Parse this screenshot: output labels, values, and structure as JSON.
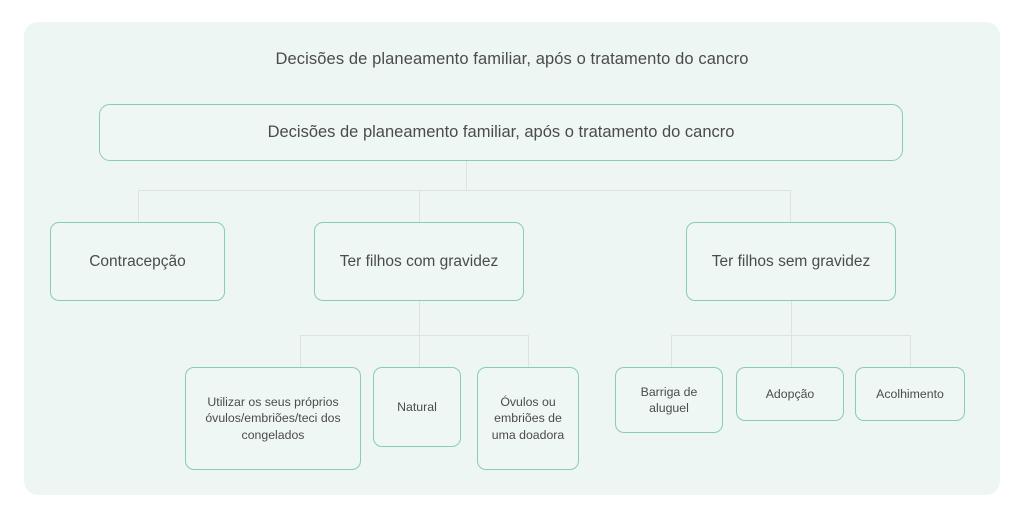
{
  "theme": {
    "page_background": "#ffffff",
    "panel_background": "#edf6f2",
    "node_border": "#87cdb2",
    "node_fill": "#eef7f3",
    "connector": "#dfe2e4",
    "text": "#4b4b4b"
  },
  "diagram": {
    "type": "tree",
    "title": "Decisões de planeamento familiar, após o tratamento do cancro",
    "root": {
      "label": "Decisões de planeamento familiar, após o tratamento do cancro"
    },
    "level2": [
      {
        "label": "Contracepção"
      },
      {
        "label": "Ter filhos com gravidez"
      },
      {
        "label": "Ter filhos sem gravidez"
      }
    ],
    "level3": {
      "com_gravidez": [
        {
          "label": "Utilizar os seus próprios óvulos/embriões/teci dos congelados"
        },
        {
          "label": "Natural"
        },
        {
          "label": "Óvulos ou embriões de uma doadora"
        }
      ],
      "sem_gravidez": [
        {
          "label": "Barriga de aluguel"
        },
        {
          "label": "Adopção"
        },
        {
          "label": "Acolhimento"
        }
      ]
    }
  }
}
